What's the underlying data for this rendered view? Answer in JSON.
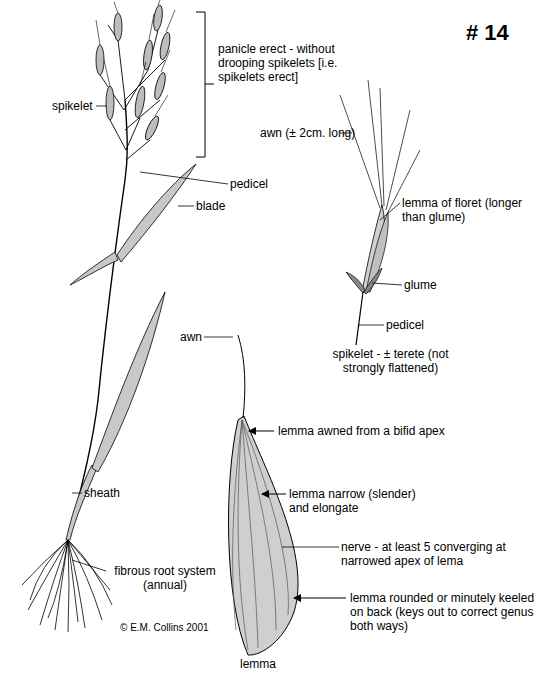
{
  "diagram": {
    "title": "# 14",
    "labels": [
      "panicle erect - without drooping spikelets [i.e. spikelets erect]",
      "spikelet",
      "pedicel",
      "blade",
      "sheath",
      "fibrous root system (annual)",
      "© E.M. Collins 2001",
      "awn (± 2cm. long)",
      "lemma of floret (longer than glume)",
      "glume",
      "pedicel",
      "spikelet - ± terete (not strongly flattened)",
      "awn",
      "lemma awned from a bifid apex",
      "lemma narrow (slender) and elongate",
      "nerve - at least 5 converging at narrowed apex of lema",
      "lemma rounded or minutely keeled on back (keys out to correct genus both ways)",
      "lemma"
    ]
  }
}
